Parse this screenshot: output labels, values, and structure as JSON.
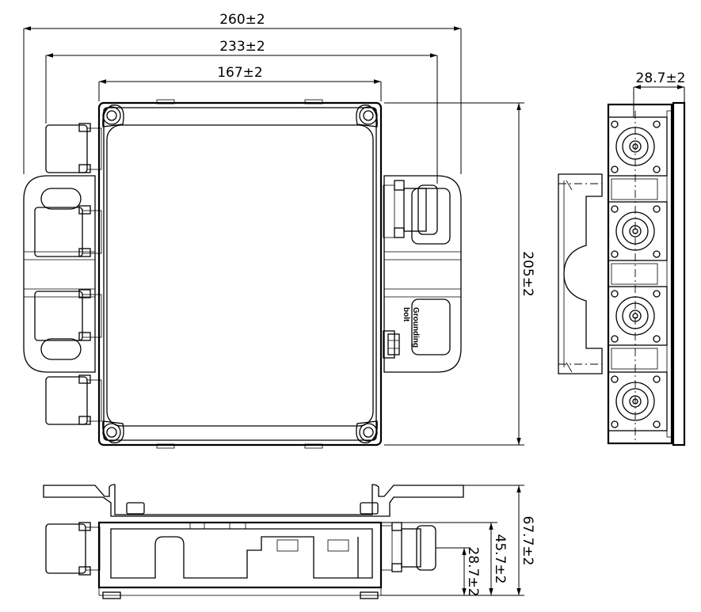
{
  "dimensions": {
    "overall_width": "260±2",
    "flange_width": "233±2",
    "body_width": "167±2",
    "height": "205±2",
    "side_depth": "28.7±2",
    "total_thickness": "67.7±2",
    "body_thickness": "45.7±2",
    "connector_height": "28.7±2"
  },
  "labels": {
    "grounding_line1": "Grounding",
    "grounding_line2": "bolt"
  }
}
